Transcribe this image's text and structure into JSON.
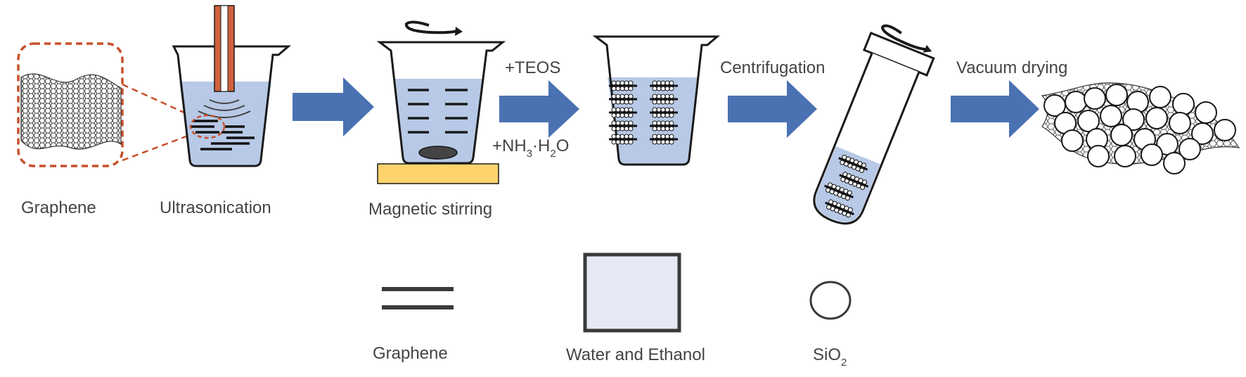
{
  "steps": {
    "graphene": "Graphene",
    "ultrasonication": "Ultrasonication",
    "magnetic_stirring": "Magnetic stirring",
    "centrifugation": "Centrifugation",
    "vacuum_drying": "Vacuum drying"
  },
  "reagents": {
    "teos": "+TEOS",
    "ammonia_prefix": "+NH",
    "ammonia_sub1": "3",
    "ammonia_mid": "·H",
    "ammonia_sub2": "2",
    "ammonia_suffix": "O"
  },
  "legend": {
    "graphene": "Graphene",
    "water_ethanol": "Water and Ethanol",
    "sio2_main": "SiO",
    "sio2_sub": "2"
  },
  "colors": {
    "liquid": "#b7c9e6",
    "arrow": "#4a72b2",
    "probe": "#d0613d",
    "hotplate": "#fdd36c",
    "zoom_box": "#c8502c",
    "outline": "#1a1a1a",
    "legend_box_fill": "#e6e8f5"
  }
}
